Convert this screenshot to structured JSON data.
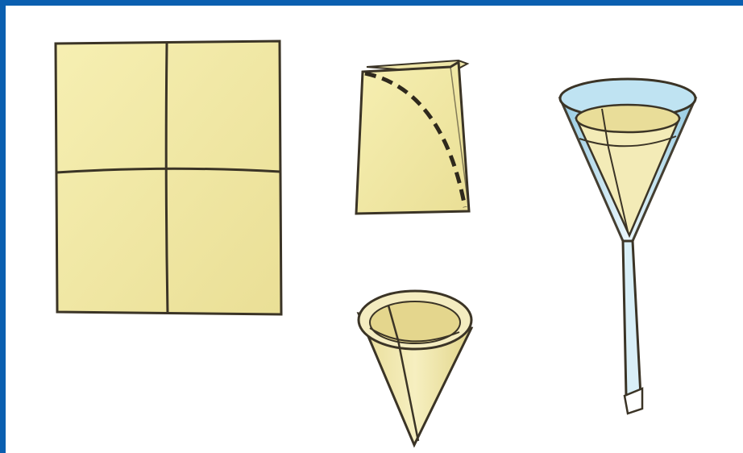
{
  "figure": {
    "steps": [
      {
        "id": "sheet",
        "icon": "square-paper-folded-in-quarters"
      },
      {
        "id": "folded",
        "icon": "folded-paper-quarter-with-dashed-arc"
      },
      {
        "id": "cone",
        "icon": "paper-cone-filter"
      },
      {
        "id": "funnel",
        "icon": "funnel-with-filter-paper"
      }
    ],
    "colors": {
      "frame": "#0a5fb0",
      "paper": "#f2eaa6",
      "outline": "#3b3426",
      "glass": "#9fd0e6"
    }
  }
}
